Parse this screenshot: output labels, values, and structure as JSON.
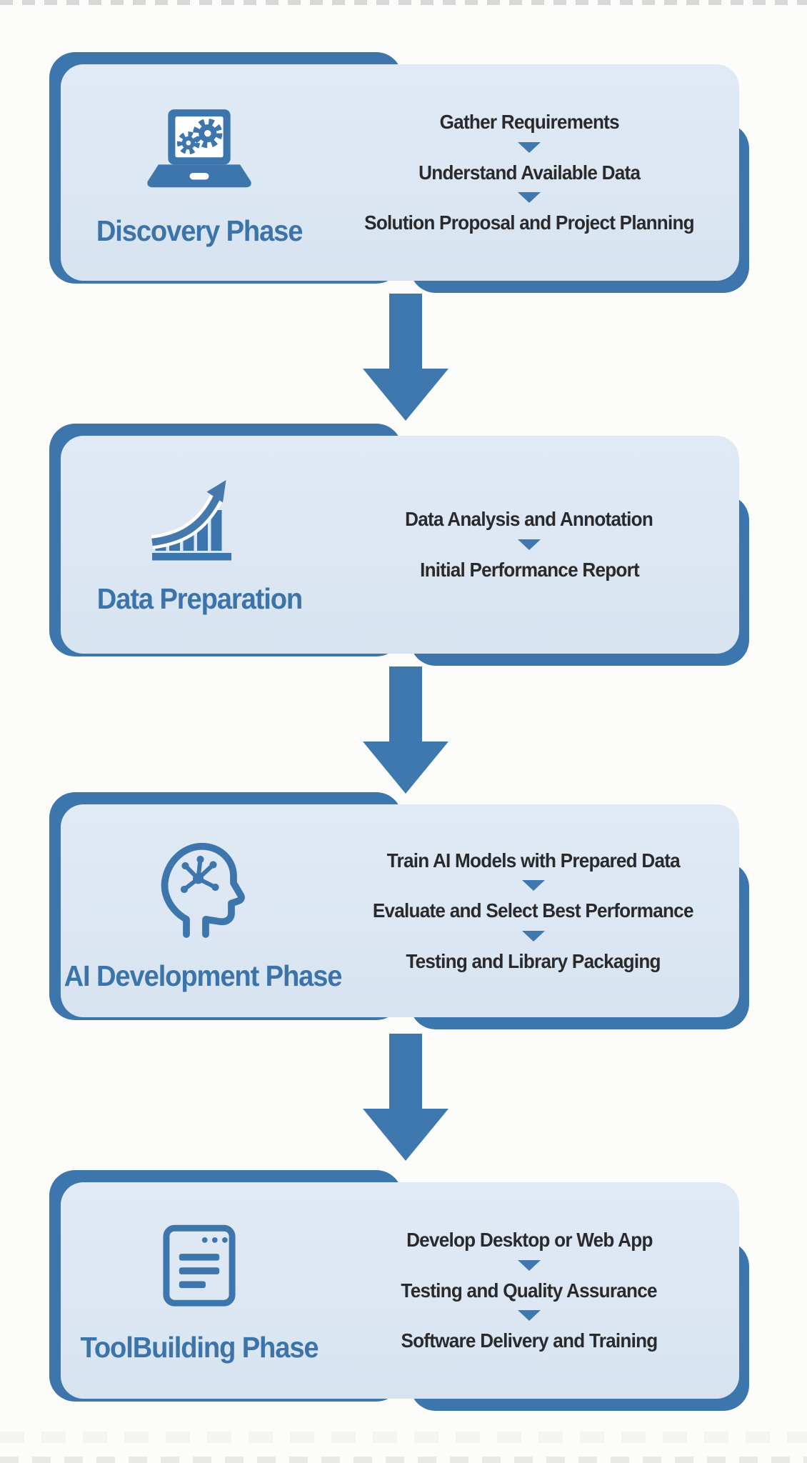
{
  "colors": {
    "dark_blue_rim": "#3d76ad",
    "arrow_blue": "#3f78af",
    "card_fill_light_blue": "#dce7f3",
    "title_blue": "#3c73a9",
    "step_text": "#2a2a2c",
    "background": "#fcfcfa"
  },
  "phases": [
    {
      "id": "discovery",
      "icon": "laptop-gears-icon",
      "title": "Discovery Phase",
      "steps": [
        "Gather Requirements",
        "Understand Available Data",
        "Solution Proposal and Project Planning"
      ]
    },
    {
      "id": "data-preparation",
      "icon": "growth-chart-icon",
      "title": "Data Preparation",
      "steps": [
        "Data Analysis and Annotation",
        "Initial Performance Report"
      ]
    },
    {
      "id": "ai-development",
      "icon": "ai-head-icon",
      "title": "AI Development Phase",
      "steps": [
        "Train AI Models with Prepared Data",
        "Evaluate and Select Best Performance",
        "Testing and Library Packaging"
      ]
    },
    {
      "id": "tool-building",
      "icon": "app-window-icon",
      "title": "ToolBuilding Phase",
      "steps": [
        "Develop Desktop or Web App",
        "Testing and Quality Assurance",
        "Software Delivery and Training"
      ]
    }
  ]
}
